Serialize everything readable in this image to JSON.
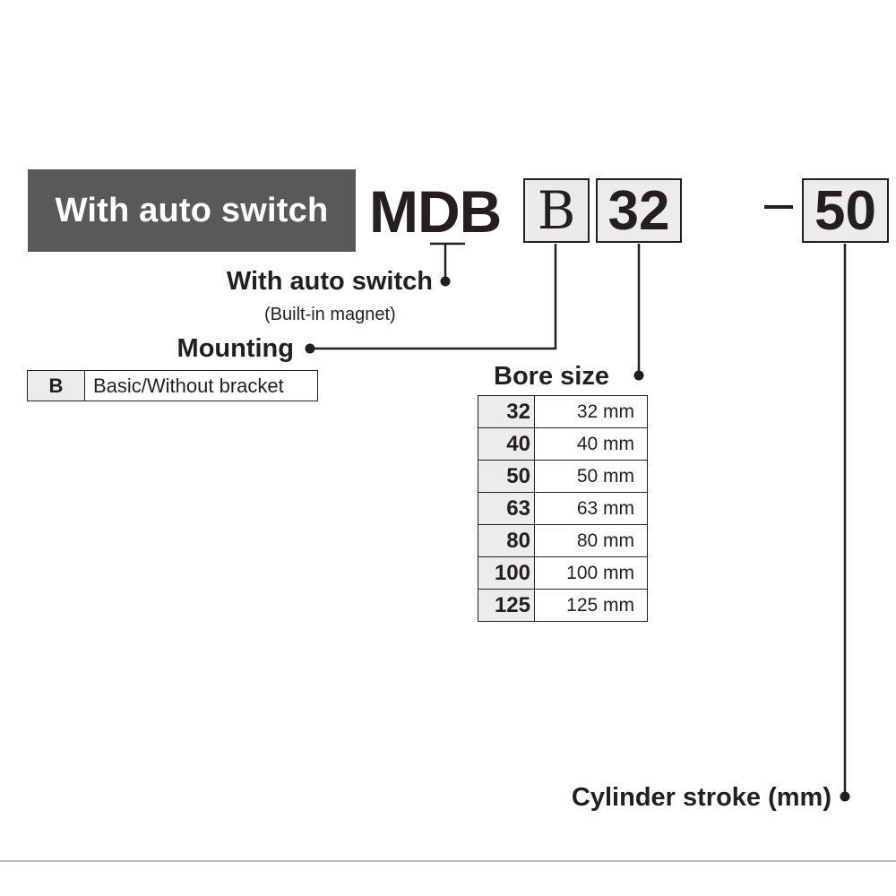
{
  "banner": {
    "label": "With auto switch"
  },
  "model": {
    "prefix": "MDB",
    "mounting_code": "B",
    "bore_code": "32",
    "dash": "–",
    "stroke_code": "50"
  },
  "auto_switch": {
    "title": "With auto switch",
    "subtitle": "(Built-in magnet)"
  },
  "mounting": {
    "title": "Mounting",
    "options": [
      {
        "code": "B",
        "description": "Basic/Without bracket"
      }
    ]
  },
  "bore_size": {
    "title": "Bore size",
    "options": [
      {
        "code": "32",
        "description": "32 mm"
      },
      {
        "code": "40",
        "description": "40 mm"
      },
      {
        "code": "50",
        "description": "50 mm"
      },
      {
        "code": "63",
        "description": "63 mm"
      },
      {
        "code": "80",
        "description": "80 mm"
      },
      {
        "code": "100",
        "description": "100 mm"
      },
      {
        "code": "125",
        "description": "125 mm"
      }
    ]
  },
  "stroke": {
    "title": "Cylinder stroke (mm)"
  },
  "colors": {
    "banner": "#58595b",
    "code_box": "#ececec",
    "ink": "#231f20"
  }
}
